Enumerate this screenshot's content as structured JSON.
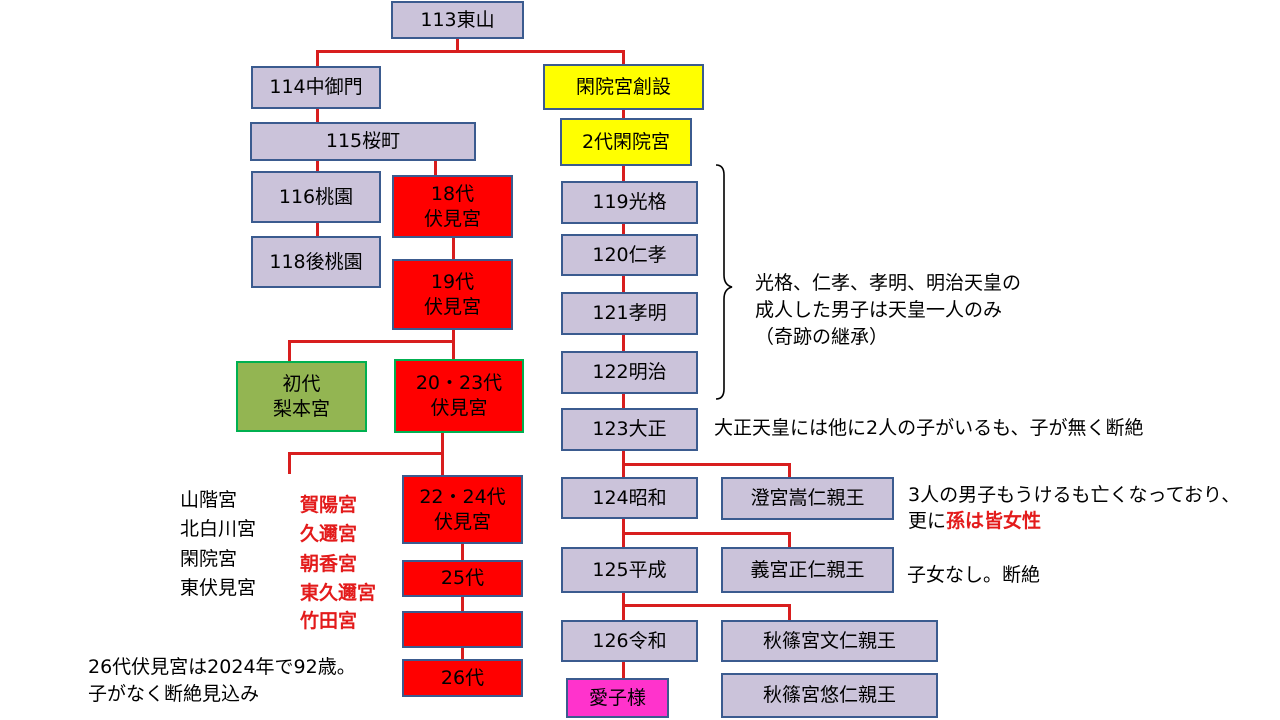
{
  "nodes": {
    "n113": "113東山",
    "n114": "114中御門",
    "kanin_founded": "閑院宮創設",
    "n115": "115桜町",
    "kanin2": "2代閑院宮",
    "n116": "116桃園",
    "fushimi18_l1": "18代",
    "fushimi18_l2": "伏見宮",
    "n119": "119光格",
    "n118": "118後桃園",
    "n120": "120仁孝",
    "fushimi19_l1": "19代",
    "fushimi19_l2": "伏見宮",
    "n121": "121孝明",
    "nashimoto_l1": "初代",
    "nashimoto_l2": "梨本宮",
    "fushimi2023_l1": "20・23代",
    "fushimi2023_l2": "伏見宮",
    "n122": "122明治",
    "n123": "123大正",
    "fushimi2224_l1": "22・24代",
    "fushimi2224_l2": "伏見宮",
    "n124": "124昭和",
    "chichibu": "澄宮嵩仁親王",
    "fushimi25": "25代",
    "n125": "125平成",
    "hitachi": "義宮正仁親王",
    "fushimi_blank": "",
    "n126": "126令和",
    "akishino_fumihito": "秋篠宮文仁親王",
    "fushimi26": "26代",
    "aiko": "愛子様",
    "akishino_hisahito": "秋篠宮悠仁親王"
  },
  "notes": {
    "bracket_line1": "光格、仁孝、孝明、明治天皇の",
    "bracket_line2": "成人した男子は天皇一人のみ",
    "bracket_line3": "（奇跡の継承）",
    "taisho": "大正天皇には他に2人の子がいるも、子が無く断絶",
    "chichibu_line1": "3人の男子もうけるも亡くなっており、",
    "chichibu_line2_prefix": "更に",
    "chichibu_line2_highlight": "孫は皆女性",
    "hitachi": "子女なし。断絶",
    "fushimi26_line1": "26代伏見宮は2024年で92歳。",
    "fushimi26_line2": "子がなく断絶見込み"
  },
  "branch_houses": {
    "black": [
      "山階宮",
      "北白川宮",
      "閑院宮",
      "東伏見宮"
    ],
    "red": [
      "賀陽宮",
      "久邇宮",
      "朝香宮",
      "東久邇宮",
      "竹田宮"
    ]
  },
  "colors": {
    "lavender": "#cbc3da",
    "yellow": "#ffff00",
    "red": "#ff0000",
    "green": "#93b552",
    "pink": "#ff33cc",
    "line": "#d81e1e"
  }
}
